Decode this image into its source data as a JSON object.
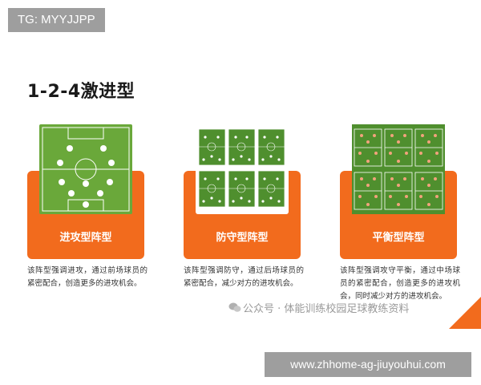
{
  "badge_top": "TG: MYYJJPP",
  "heading": "1-2-4激进型",
  "cards": [
    {
      "label": "进攻型阵型",
      "description": "该阵型强调进攻，通过前场球员的紧密配合，创造更多的进攻机会。"
    },
    {
      "label": "防守型阵型",
      "description": "该阵型强调防守，通过后场球员的紧密配合，减少对方的进攻机会。"
    },
    {
      "label": "平衡型阵型",
      "description": "该阵型强调攻守平衡，通过中场球员的紧密配合，创造更多的进攻机会，同时减少对方的进攻机会。"
    }
  ],
  "watermark": "公众号 · 体能训练校园足球教练资料",
  "url_badge": "www.zhhome-ag-jiuyouhui.com",
  "colors": {
    "accent": "#f26b1d",
    "pitch": "#6aa83a",
    "pitch_dark": "#4f8f2e",
    "badge_gray": "#9e9e9e"
  }
}
